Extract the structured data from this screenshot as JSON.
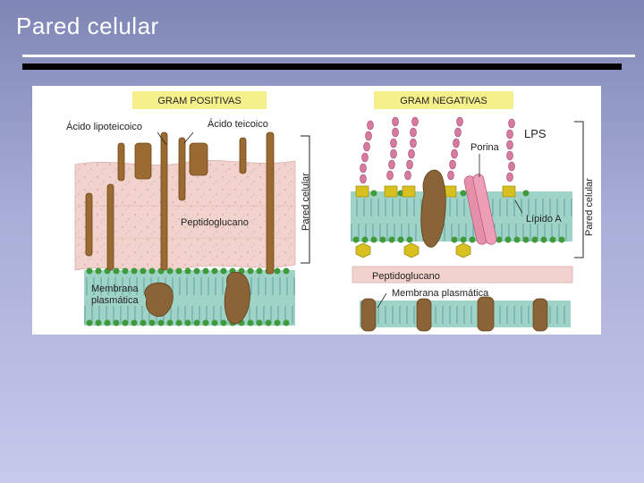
{
  "slide": {
    "title": "Pared celular"
  },
  "gram_positive": {
    "header": "GRAM POSITIVAS",
    "labels": {
      "lipoteichoic": "Ácido lipoteicoico",
      "teichoic": "Ácido teicoico",
      "peptidoglycan": "Peptidoglucano",
      "cell_wall": "Pared celular",
      "membrane_line1": "Membrana",
      "membrane_line2": "plasmática"
    }
  },
  "gram_negative": {
    "header": "GRAM NEGATIVAS",
    "labels": {
      "lps": "LPS",
      "porin": "Porina",
      "lipid_a": "Lípido A",
      "cell_wall": "Pared celular",
      "peptidoglycan": "Peptidoglucano",
      "membrane": "Membrana plasmática"
    }
  },
  "colors": {
    "peptidoglycan": "#f2d2cc",
    "membrane": "#9fd3c7",
    "membrane_head": "#3f9a3c",
    "protein": "#8a6436",
    "teichoic": "#9b6a32",
    "lps_chain": "#d77aa0",
    "lipid_a_block": "#d8c11e",
    "porin": "#e58fa9",
    "header_bg": "#f5ef8c"
  }
}
